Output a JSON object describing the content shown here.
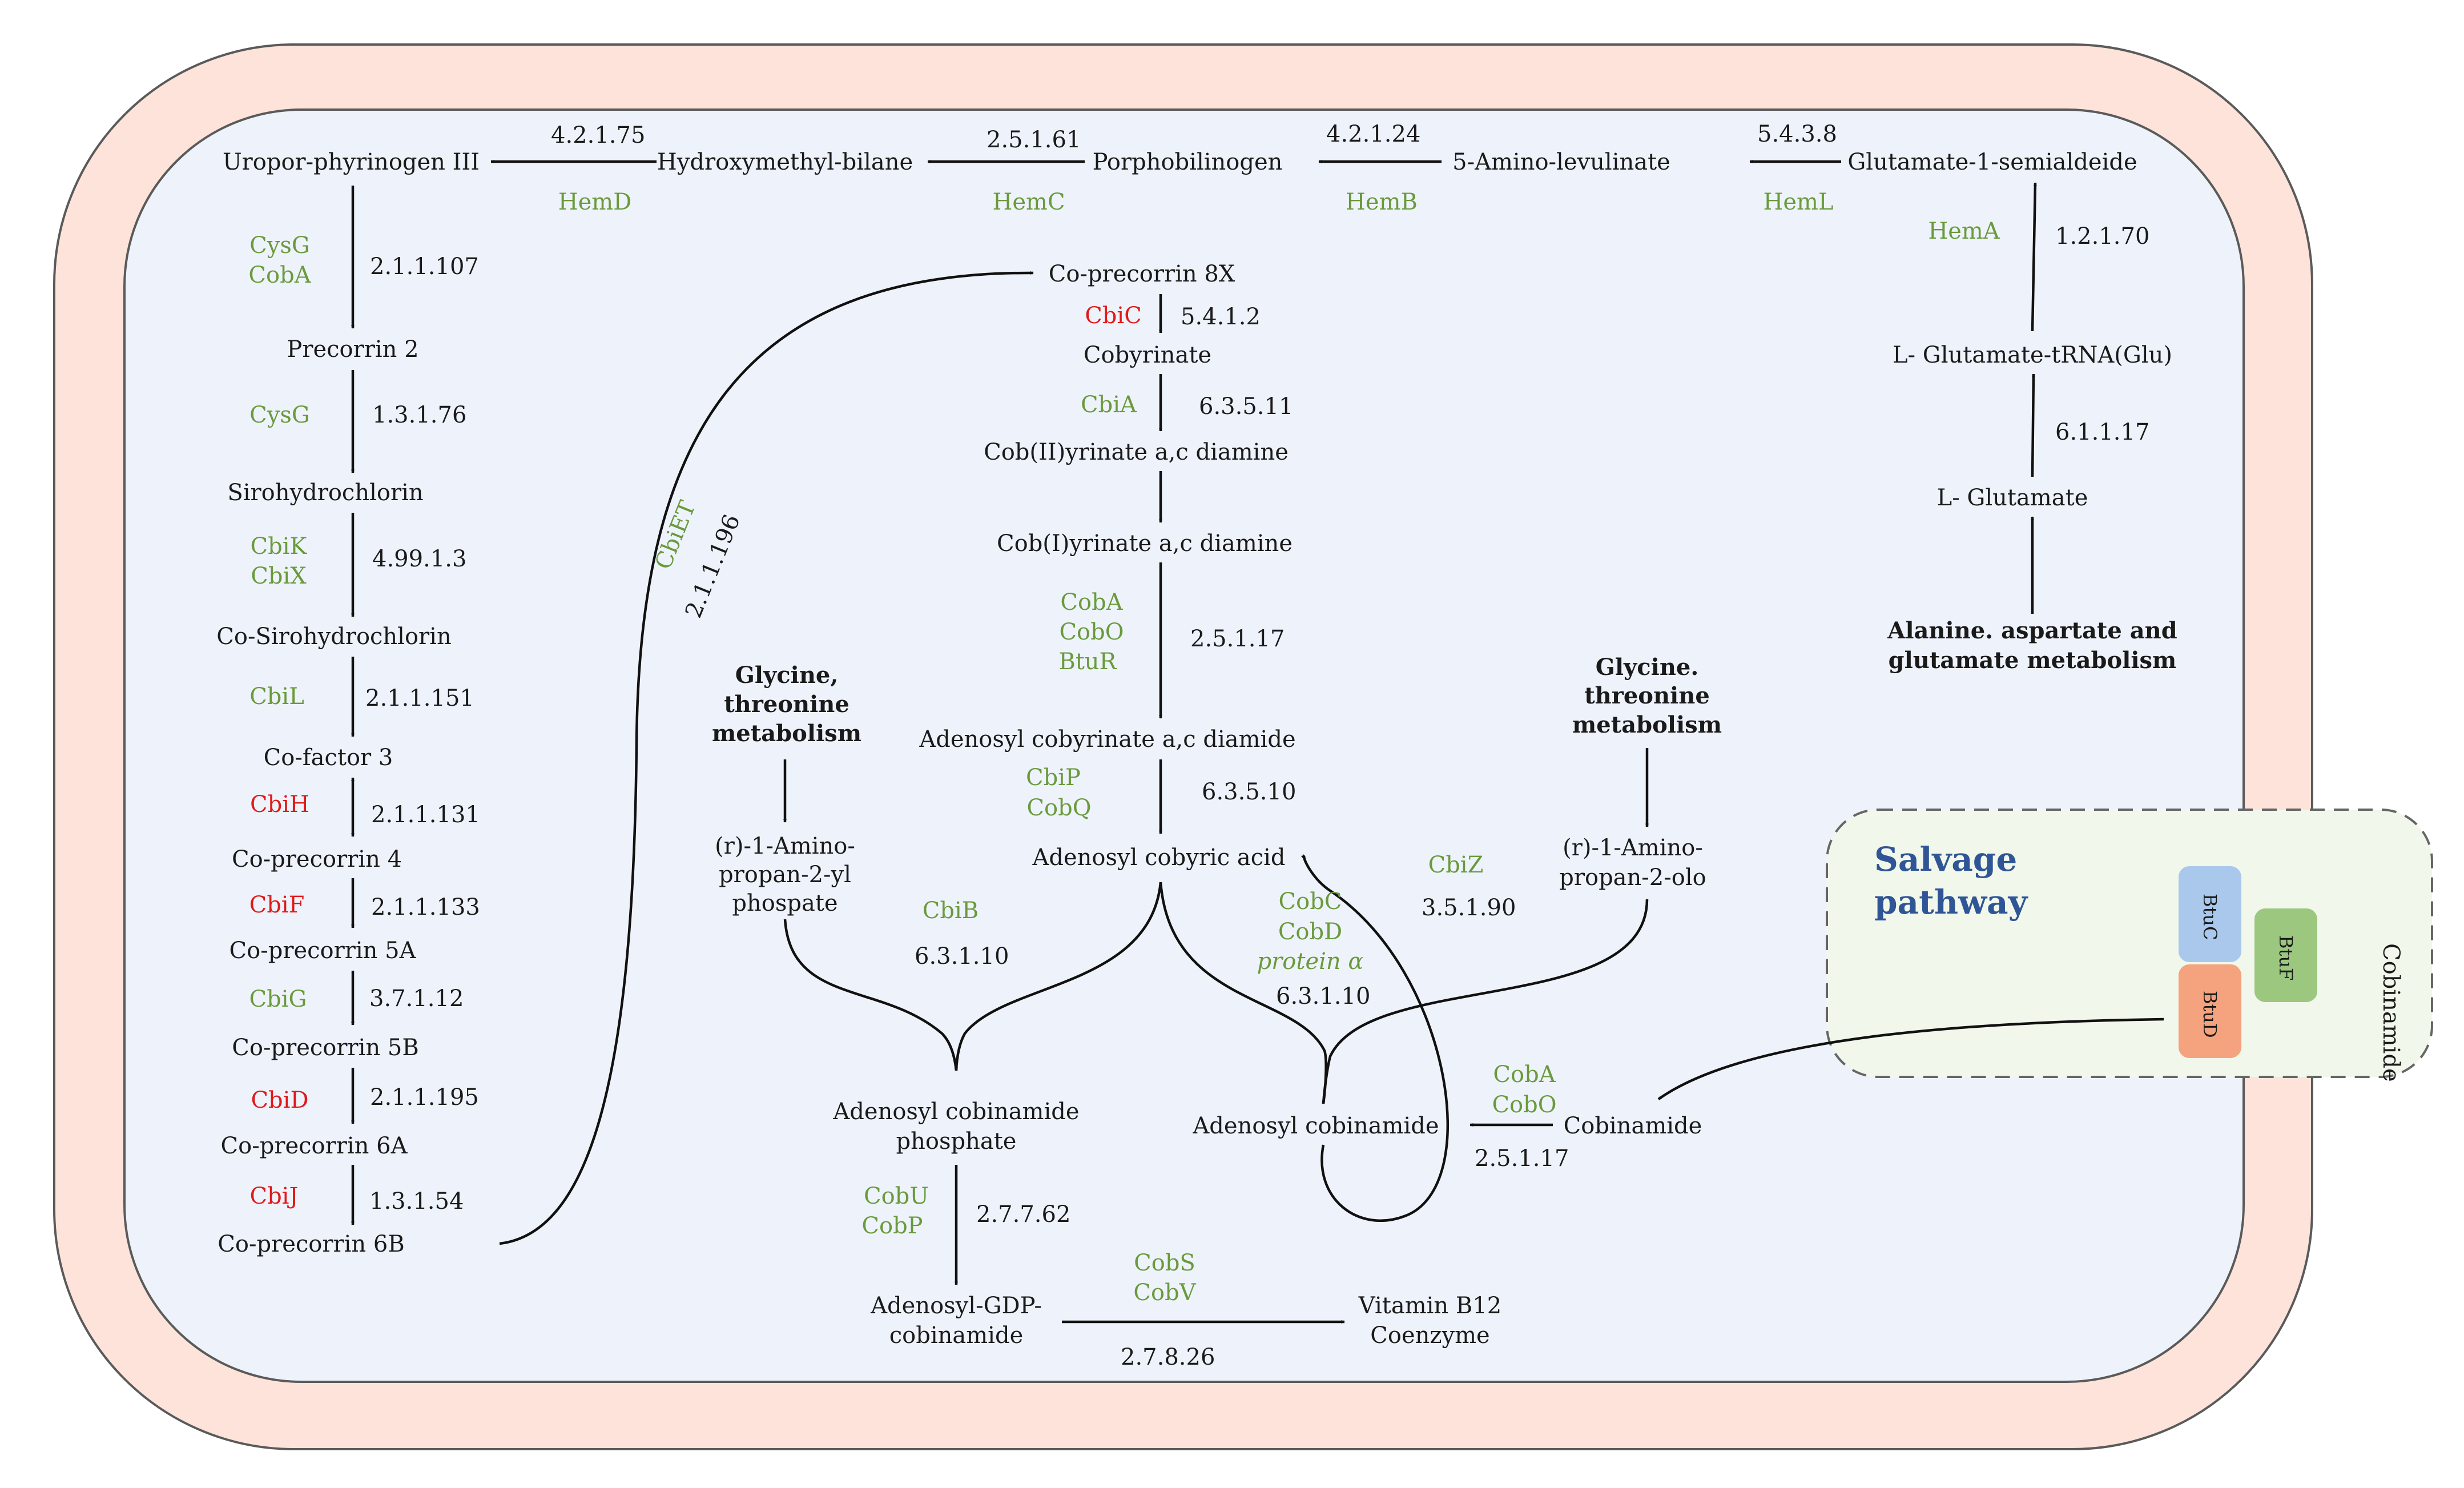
{
  "colors": {
    "outer_membrane": "#fde3d9",
    "membrane_stroke": "#5a5a5a",
    "cytoplasm": "#eef3fb",
    "salvage_box": "#f1f7ea",
    "enzyme_green": "#6a9a3c",
    "enzyme_red": "#e01a1a",
    "salvage_title": "#2f5597",
    "btuc": "#a9c8ec",
    "btuf": "#9cc77f",
    "btud": "#f4a37e"
  },
  "metabolites": {
    "uroporphyrinogen": "Uropor-phyrinogen III",
    "hydroxymethylbilane": "Hydroxymethyl-bilane",
    "porphobilinogen": "Porphobilinogen",
    "aminolevulinate": "5-Amino-levulinate",
    "glutamate_semialdeide": "Glutamate-1-semialdeide",
    "glutamate_trna": "L- Glutamate-tRNA(Glu)",
    "l_glutamate": "L- Glutamate",
    "precorrin2": "Precorrin 2",
    "sirohydrochlorin": "Sirohydrochlorin",
    "co_sirohydrochlorin": "Co-Sirohydrochlorin",
    "cofactor3": "Co-factor 3",
    "coprecorrin4": "Co-precorrin 4",
    "coprecorrin5a": "Co-precorrin 5A",
    "coprecorrin5b": "Co-precorrin 5B",
    "coprecorrin6a": "Co-precorrin 6A",
    "coprecorrin6b": "Co-precorrin 6B",
    "coprecorrin8x": "Co-precorrin 8X",
    "cobyrinate": "Cobyrinate",
    "cob2": "Cob(II)yrinate a,c diamine",
    "cob1": "Cob(I)yrinate a,c diamine",
    "adenosyl_cobyrinate": "Adenosyl cobyrinate a,c diamide",
    "adenosyl_cobyric": "Adenosyl cobyric acid",
    "aminopropyl_1": "(r)-1-Amino-",
    "aminopropyl_2": "propan-2-yl",
    "aminopropyl_3": "phospate",
    "aminopropanol_1": "(r)-1-Amino-",
    "aminopropanol_2": "propan-2-olo",
    "adenosyl_cobinamide_phosphate_1": "Adenosyl cobinamide",
    "adenosyl_cobinamide_phosphate_2": "phosphate",
    "adenosyl_cobinamide": "Adenosyl cobinamide",
    "cobinamide": "Cobinamide",
    "adenosyl_gdp_1": "Adenosyl-GDP-",
    "adenosyl_gdp_2": "cobinamide",
    "vitb12_1": "Vitamin B12",
    "vitb12_2": "Coenzyme"
  },
  "pathways": {
    "glycine_left_1": "Glycine,",
    "glycine_left_2": "threonine",
    "glycine_left_3": "metabolism",
    "glycine_right_1": "Glycine.",
    "glycine_right_2": "threonine",
    "glycine_right_3": "metabolism",
    "alanine_1": "Alanine. aspartate and",
    "alanine_2": "glutamate metabolism"
  },
  "ec_numbers": {
    "e4_2_1_75": "4.2.1.75",
    "e2_5_1_61": "2.5.1.61",
    "e4_2_1_24": "4.2.1.24",
    "e5_4_3_8": "5.4.3.8",
    "e1_2_1_70": "1.2.1.70",
    "e6_1_1_17": "6.1.1.17",
    "e2_1_1_107": "2.1.1.107",
    "e1_3_1_76": "1.3.1.76",
    "e4_99_1_3": "4.99.1.3",
    "e2_1_1_151": "2.1.1.151",
    "e2_1_1_131": "2.1.1.131",
    "e2_1_1_133": "2.1.1.133",
    "e3_7_1_12": "3.7.1.12",
    "e2_1_1_195": "2.1.1.195",
    "e1_3_1_54": "1.3.1.54",
    "e2_1_1_196": "2.1.1.196",
    "e5_4_1_2": "5.4.1.2",
    "e6_3_5_11": "6.3.5.11",
    "e2_5_1_17_top": "2.5.1.17",
    "e6_3_5_10": "6.3.5.10",
    "e6_3_1_10_left": "6.3.1.10",
    "e3_5_1_90": "3.5.1.90",
    "e6_3_1_10_right": "6.3.1.10",
    "e2_5_1_17_bottom": "2.5.1.17",
    "e2_7_7_62": "2.7.7.62",
    "e2_7_8_26": "2.7.8.26"
  },
  "enzymes": {
    "hemD": "HemD",
    "hemC": "HemC",
    "hemB": "HemB",
    "hemL": "HemL",
    "hemA": "HemA",
    "cysG_1": "CysG",
    "cobA_1": "CobA",
    "cysG_2": "CysG",
    "cbiK": "CbiK",
    "cbiX": "CbiX",
    "cbiL": "CbiL",
    "cbiH": "CbiH",
    "cbiF": "CbiF",
    "cbiG": "CbiG",
    "cbiD": "CbiD",
    "cbiJ": "CbiJ",
    "cbiET": "CbiET",
    "cbiC": "CbiC",
    "cbiA": "CbiA",
    "cobA_2": "CobA",
    "cobO_1": "CobO",
    "btuR": "BtuR",
    "cbiP": "CbiP",
    "cobQ": "CobQ",
    "cbiB": "CbiB",
    "cbiZ": "CbiZ",
    "cobC": "CobC",
    "cobD": "CobD",
    "protein_alpha": "protein α",
    "cobA_3": "CobA",
    "cobO_2": "CobO",
    "cobU": "CobU",
    "cobP": "CobP",
    "cobS": "CobS",
    "cobV": "CobV"
  },
  "salvage": {
    "title_1": "Salvage",
    "title_2": "pathway",
    "cobinamide_label": "Cobinamide",
    "btuC": "BtuC",
    "btuF": "BtuF",
    "btuD": "BtuD"
  }
}
